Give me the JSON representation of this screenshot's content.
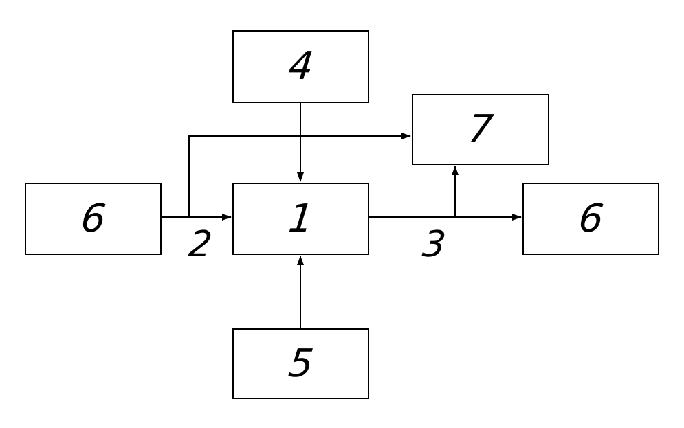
{
  "diagram": {
    "title": "block-diagram",
    "colors": {
      "stroke": "#000000",
      "background": "#ffffff"
    },
    "boxes": [
      {
        "id": "box-4",
        "label": "4"
      },
      {
        "id": "box-7",
        "label": "7"
      },
      {
        "id": "box-6-left",
        "label": "6"
      },
      {
        "id": "box-1",
        "label": "1"
      },
      {
        "id": "box-6-right",
        "label": "6"
      },
      {
        "id": "box-5",
        "label": "5"
      }
    ],
    "edge_labels": [
      {
        "id": "label-2",
        "label": "2"
      },
      {
        "id": "label-3",
        "label": "3"
      }
    ]
  }
}
